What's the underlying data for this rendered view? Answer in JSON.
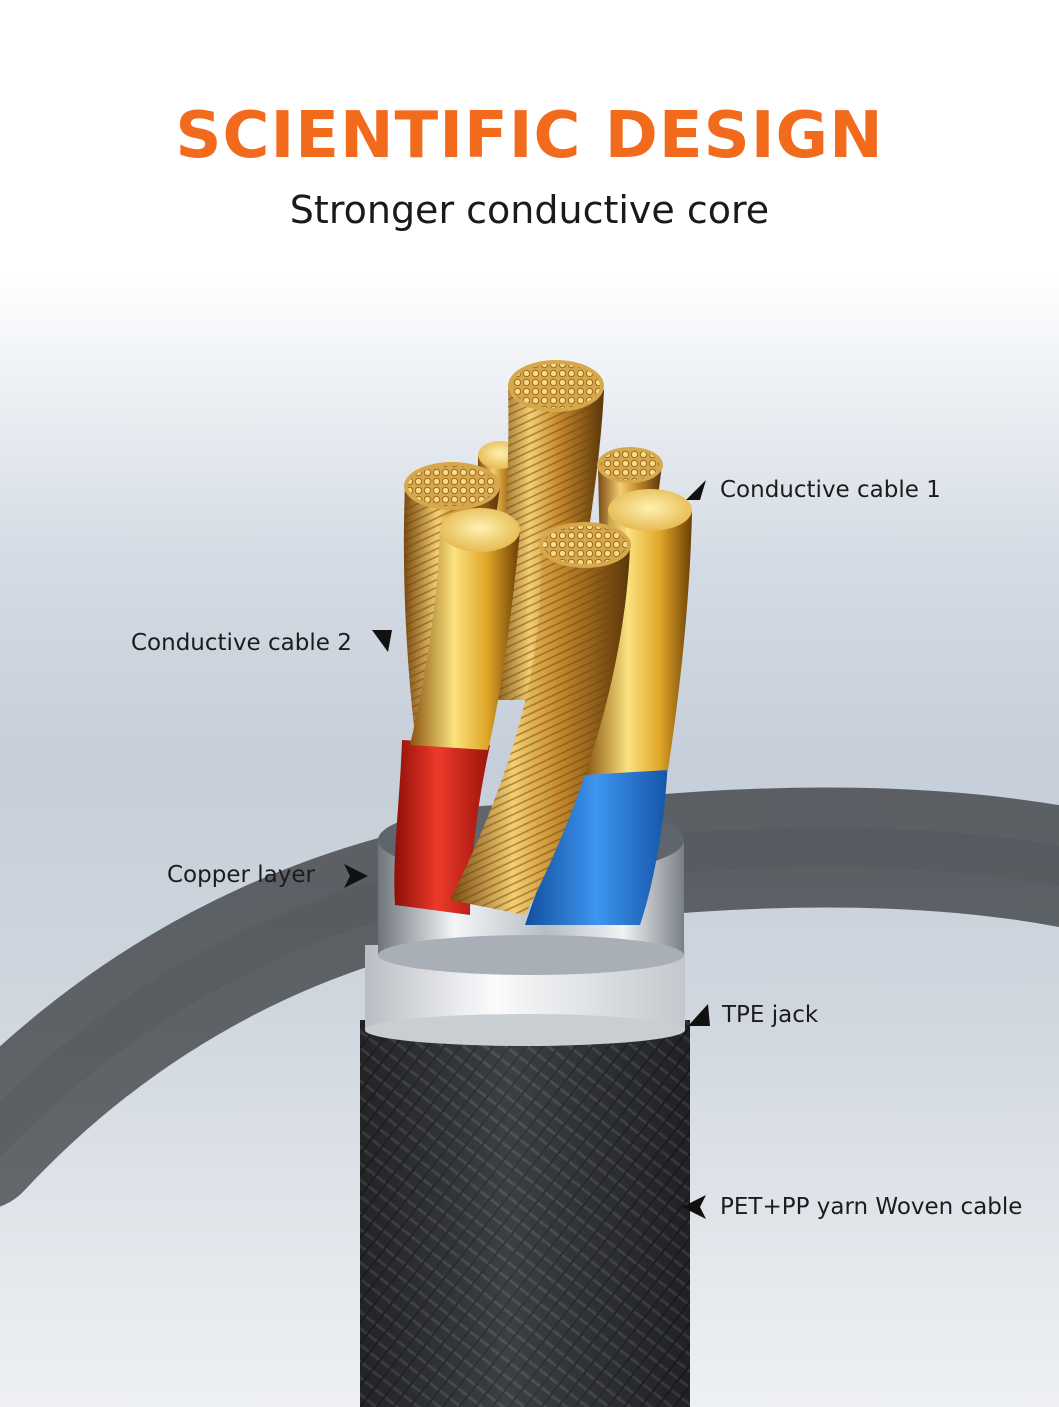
{
  "header": {
    "title": "SCIENTIFIC DESIGN",
    "subtitle": "Stronger conductive core"
  },
  "colors": {
    "title": "#f26a1b",
    "gold": "#d6a33a",
    "red_insulation": "#d8261c",
    "blue_insulation": "#2a7fe0",
    "silver_ring": "#d9dde2",
    "braid": "#2b2d30"
  },
  "labels": {
    "conductive_cable_1": "Conductive cable 1",
    "conductive_cable_2": "Conductive cable 2",
    "copper_layer": "Copper layer",
    "tpe_jack": "TPE jack",
    "woven_cable": "PET+PP yarn Woven cable"
  }
}
